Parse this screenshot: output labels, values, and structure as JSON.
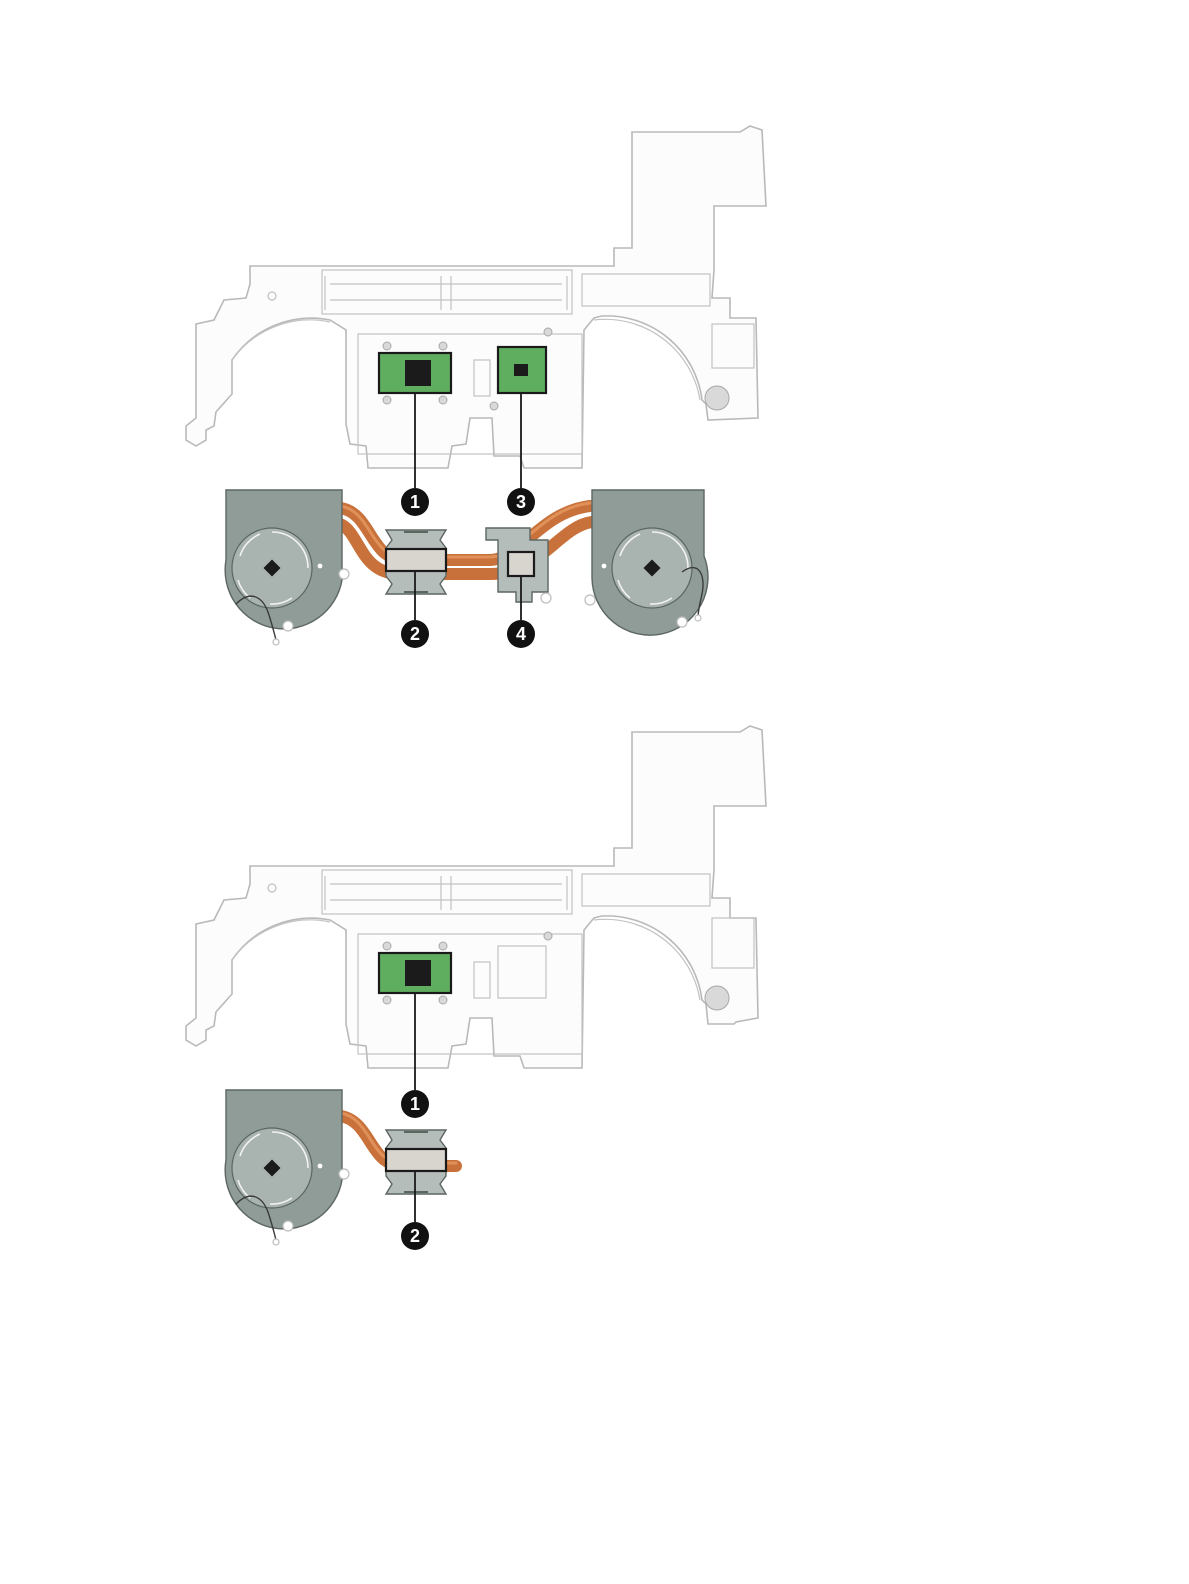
{
  "figure_top": {
    "callouts": [
      "1",
      "2",
      "3",
      "4"
    ]
  },
  "figure_bottom": {
    "callouts": [
      "1",
      "2"
    ]
  },
  "colors": {
    "chip_green": "#5fae5f",
    "heat_pipe": "#c9713a",
    "fan_gray": "#8f9c97",
    "thermal_pad": "#d8d4ce"
  }
}
